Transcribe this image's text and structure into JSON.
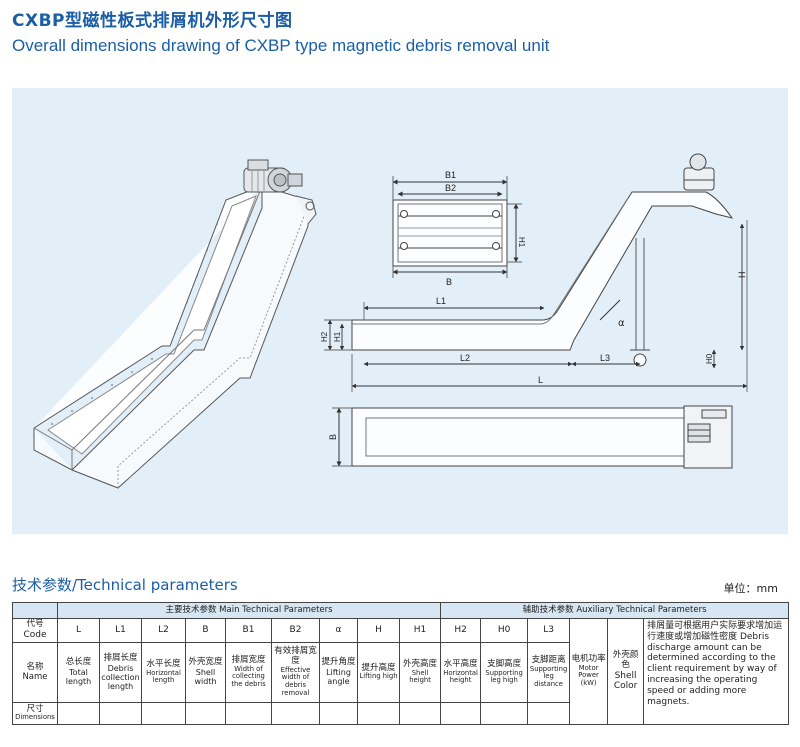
{
  "header": {
    "title_cn": "CXBP型磁性板式排屑机外形尺寸图",
    "title_en": "Overall dimensions drawing of CXBP type magnetic debris removal unit"
  },
  "drawing": {
    "labels": {
      "b1": "B1",
      "b2": "B2",
      "b": "B",
      "h1": "H1",
      "h2": "H2",
      "h": "H",
      "h0": "H0",
      "l1": "L1",
      "l2": "L2",
      "l3": "L3",
      "l": "L",
      "alpha": "α",
      "b_plan": "B"
    }
  },
  "params": {
    "title": "技术参数/Technical parameters",
    "unit": "单位：mm",
    "main_header": "主要技术参数  Main Technical Parameters",
    "aux_header": "辅助技术参数  Auxiliary Technical Parameters",
    "row_code": {
      "cn": "代号",
      "en": "Code"
    },
    "row_name": {
      "cn": "名称",
      "en": "Name"
    },
    "row_dim": {
      "cn": "尺寸",
      "en": "Dimensions"
    },
    "codes": [
      "L",
      "L1",
      "L2",
      "B",
      "B1",
      "B2",
      "α",
      "H",
      "H1",
      "H2",
      "H0",
      "L3"
    ],
    "names": [
      {
        "cn": "总长度",
        "en": "Total length"
      },
      {
        "cn": "排屑长度",
        "en": "Debris collection length"
      },
      {
        "cn": "水平长度",
        "en": "Horizontal length"
      },
      {
        "cn": "外壳宽度",
        "en": "Shell width"
      },
      {
        "cn": "排屑宽度",
        "en": "Width of collecting the debris"
      },
      {
        "cn": "有效排屑宽度",
        "en": "Effective width of debris removal"
      },
      {
        "cn": "提升角度",
        "en": "Lifting angle"
      },
      {
        "cn": "提升高度",
        "en": "Lifting high"
      },
      {
        "cn": "外壳高度",
        "en": "Shell height"
      },
      {
        "cn": "水平高度",
        "en": "Horizontal height"
      },
      {
        "cn": "支脚高度",
        "en": "Supporting leg high"
      },
      {
        "cn": "支脚距离",
        "en": "Supporting leg distance"
      }
    ],
    "motor": {
      "cn": "电机功率",
      "en": "Motor Power (kW)"
    },
    "color": {
      "cn": "外壳颜色",
      "en": "Shell Color"
    },
    "note": "排屑量可根据用户实际要求增加运行速度或增加磁性密度 Debris discharge amount can be determined according to the client requirement by way of increasing the operating speed or adding more magnets."
  }
}
